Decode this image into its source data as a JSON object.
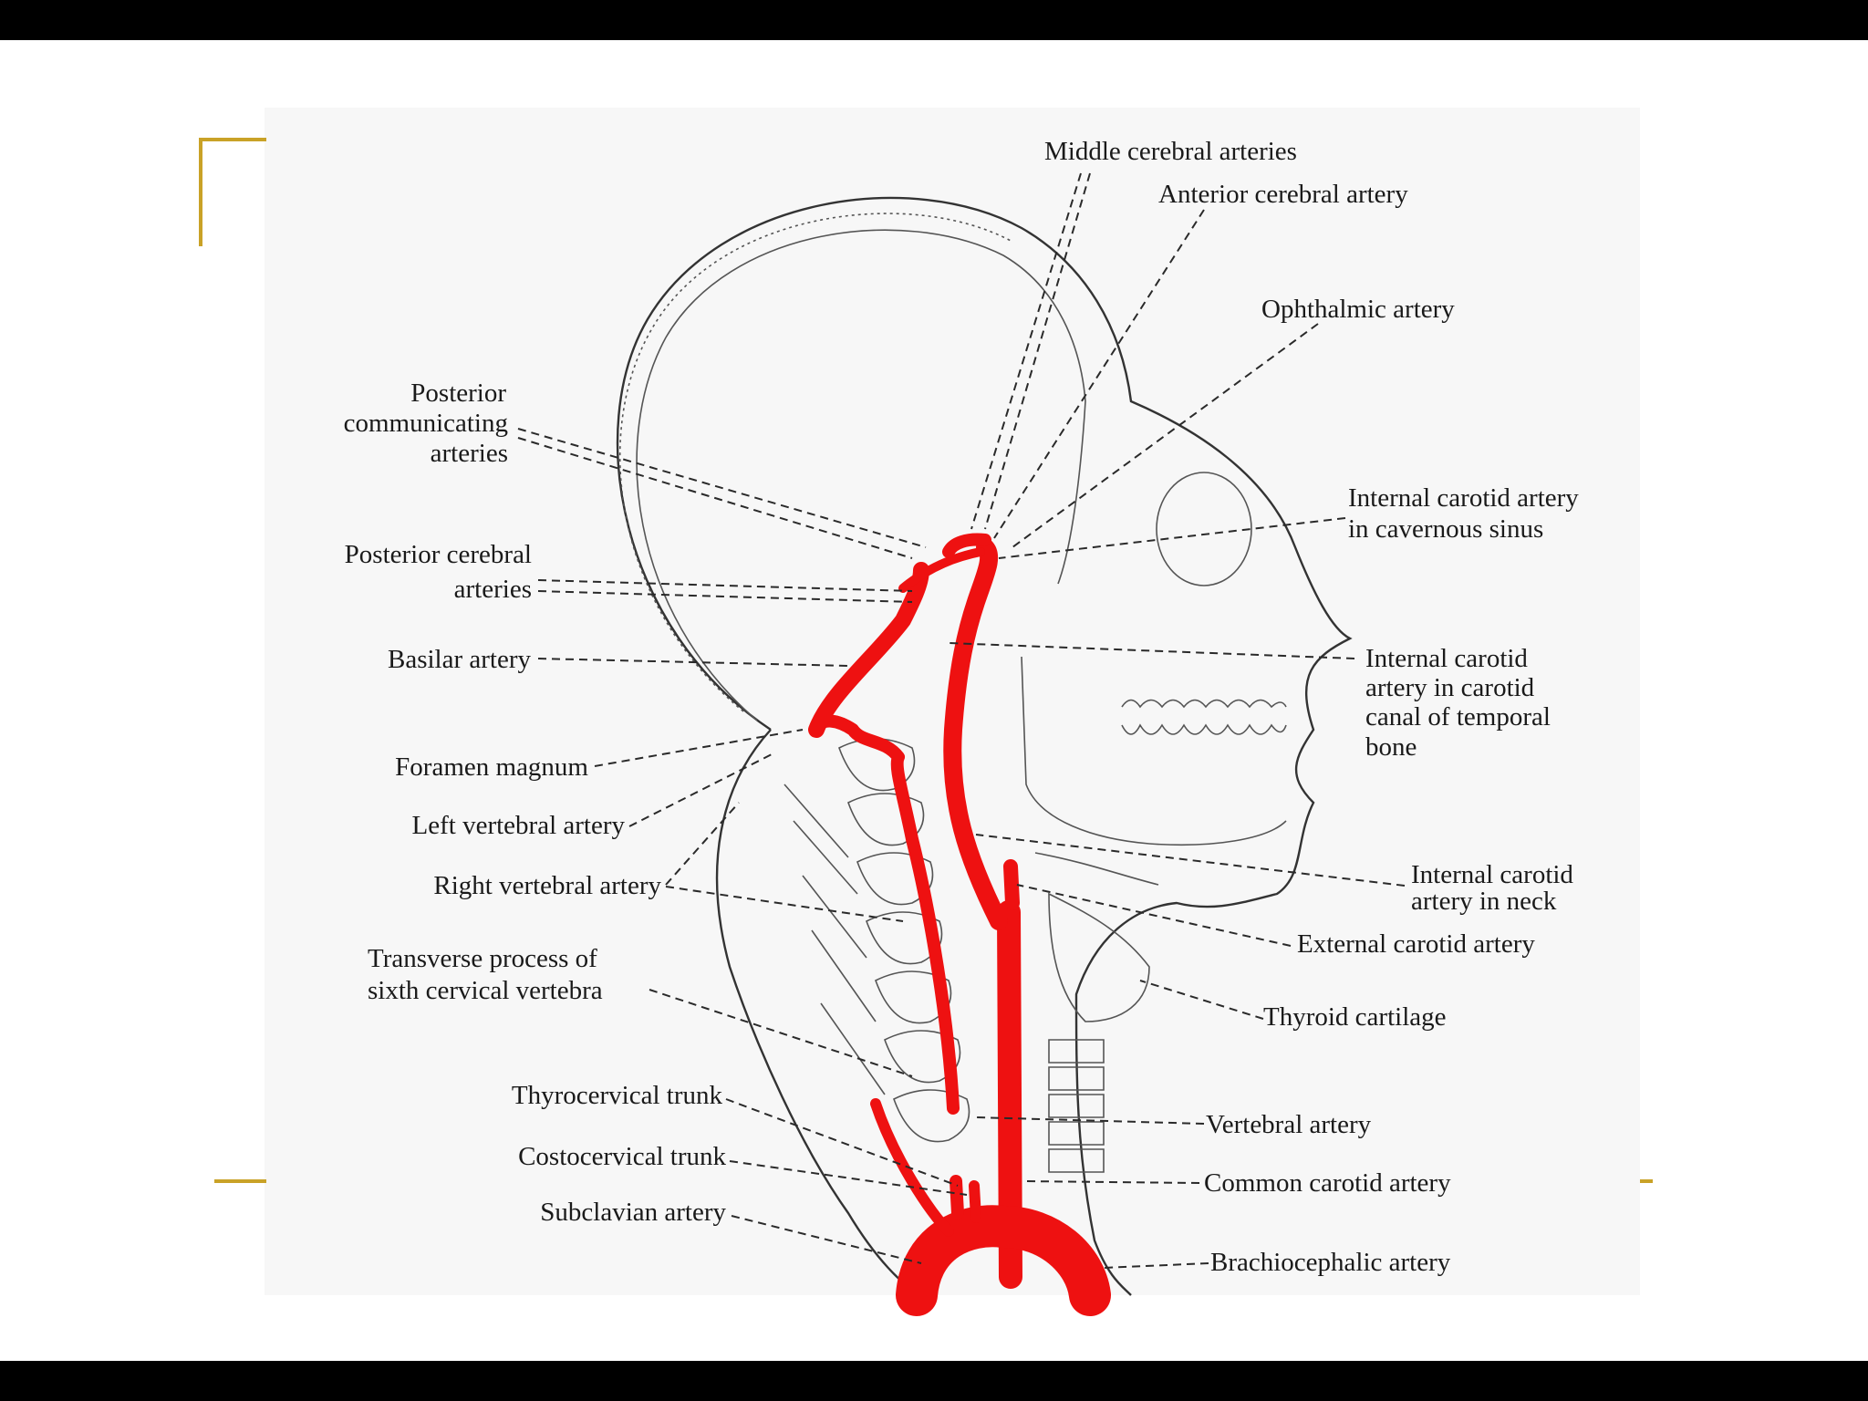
{
  "colors": {
    "background": "#000000",
    "slide": "#ffffff",
    "accent": "#c9a227",
    "artery": "#ee1111",
    "ink": "#1a1a1a"
  },
  "labels": {
    "middle_cerebral": "Middle cerebral arteries",
    "anterior_cerebral": "Anterior cerebral artery",
    "ophthalmic": "Ophthalmic artery",
    "post_comm_1": "Posterior",
    "post_comm_2": "communicating",
    "post_comm_3": "arteries",
    "ica_cavernous_1": "Internal carotid artery",
    "ica_cavernous_2": "in cavernous sinus",
    "post_cerebral_1": "Posterior cerebral",
    "post_cerebral_2": "arteries",
    "basilar": "Basilar artery",
    "ica_canal_1": "Internal carotid",
    "ica_canal_2": "artery in carotid",
    "ica_canal_3": "canal  of temporal",
    "ica_canal_4": "bone",
    "foramen_magnum": "Foramen magnum",
    "left_vertebral": "Left vertebral artery",
    "right_vertebral": "Right vertebral artery",
    "ica_neck_1": "Internal carotid",
    "ica_neck_2": "artery in neck",
    "external_carotid": "External carotid artery",
    "transverse_1": "Transverse process of",
    "transverse_2": "sixth cervical vertebra",
    "thyroid_cartilage": "Thyroid cartilage",
    "thyrocervical": "Thyrocervical trunk",
    "vertebral": "Vertebral artery",
    "costocervical": "Costocervical trunk",
    "common_carotid": "Common carotid artery",
    "subclavian": "Subclavian artery",
    "brachiocephalic": "Brachiocephalic artery"
  }
}
